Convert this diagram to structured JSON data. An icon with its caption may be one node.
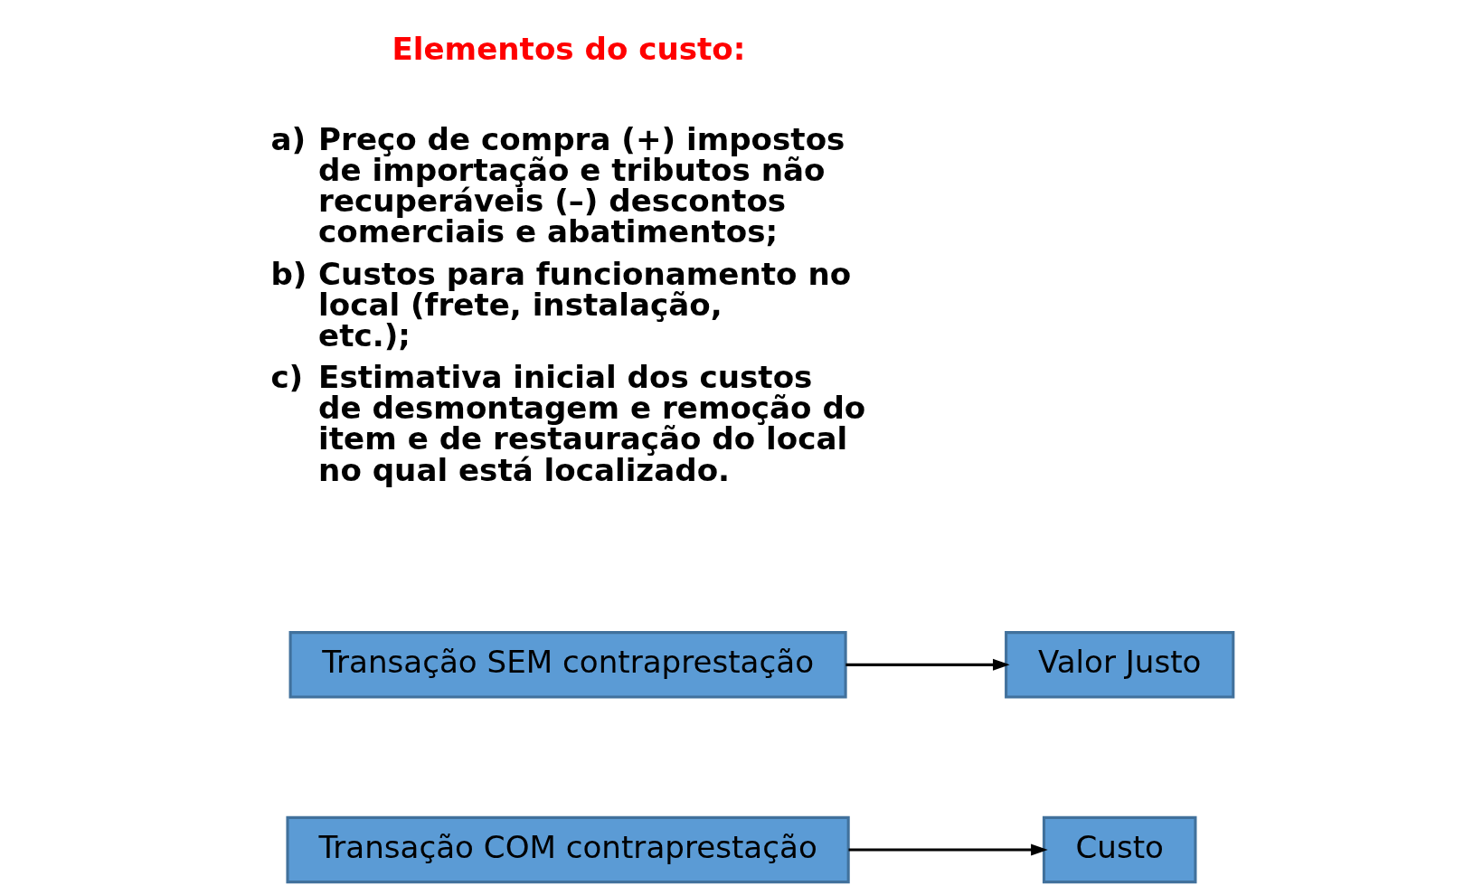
{
  "diagram": {
    "nodes": [
      {
        "text": [
          "Transação COM contraprestação"
        ]
      },
      {
        "text": [
          "Custo"
        ]
      },
      {
        "text": [
          "Transação SEM contraprestação"
        ]
      },
      {
        "text": [
          "Valor Justo"
        ]
      }
    ],
    "edges": [
      {
        "from": 0,
        "to": 1,
        "arrow": "to"
      },
      {
        "from": 2,
        "to": 3,
        "arrow": "to"
      }
    ],
    "labels": [
      "Elementos do custo:",
      "a)",
      "Preço de compra (+) impostos de importação e tributos não recuperáveis (–) descontos comerciais e abatimentos;",
      "b)",
      "Custos para funcionamento no local (frete, instalação, etc.);",
      "c)",
      "Estimativa inicial dos custos de desmontagem e remoção do item e de restauração do local no qual está localizado."
    ]
  }
}
